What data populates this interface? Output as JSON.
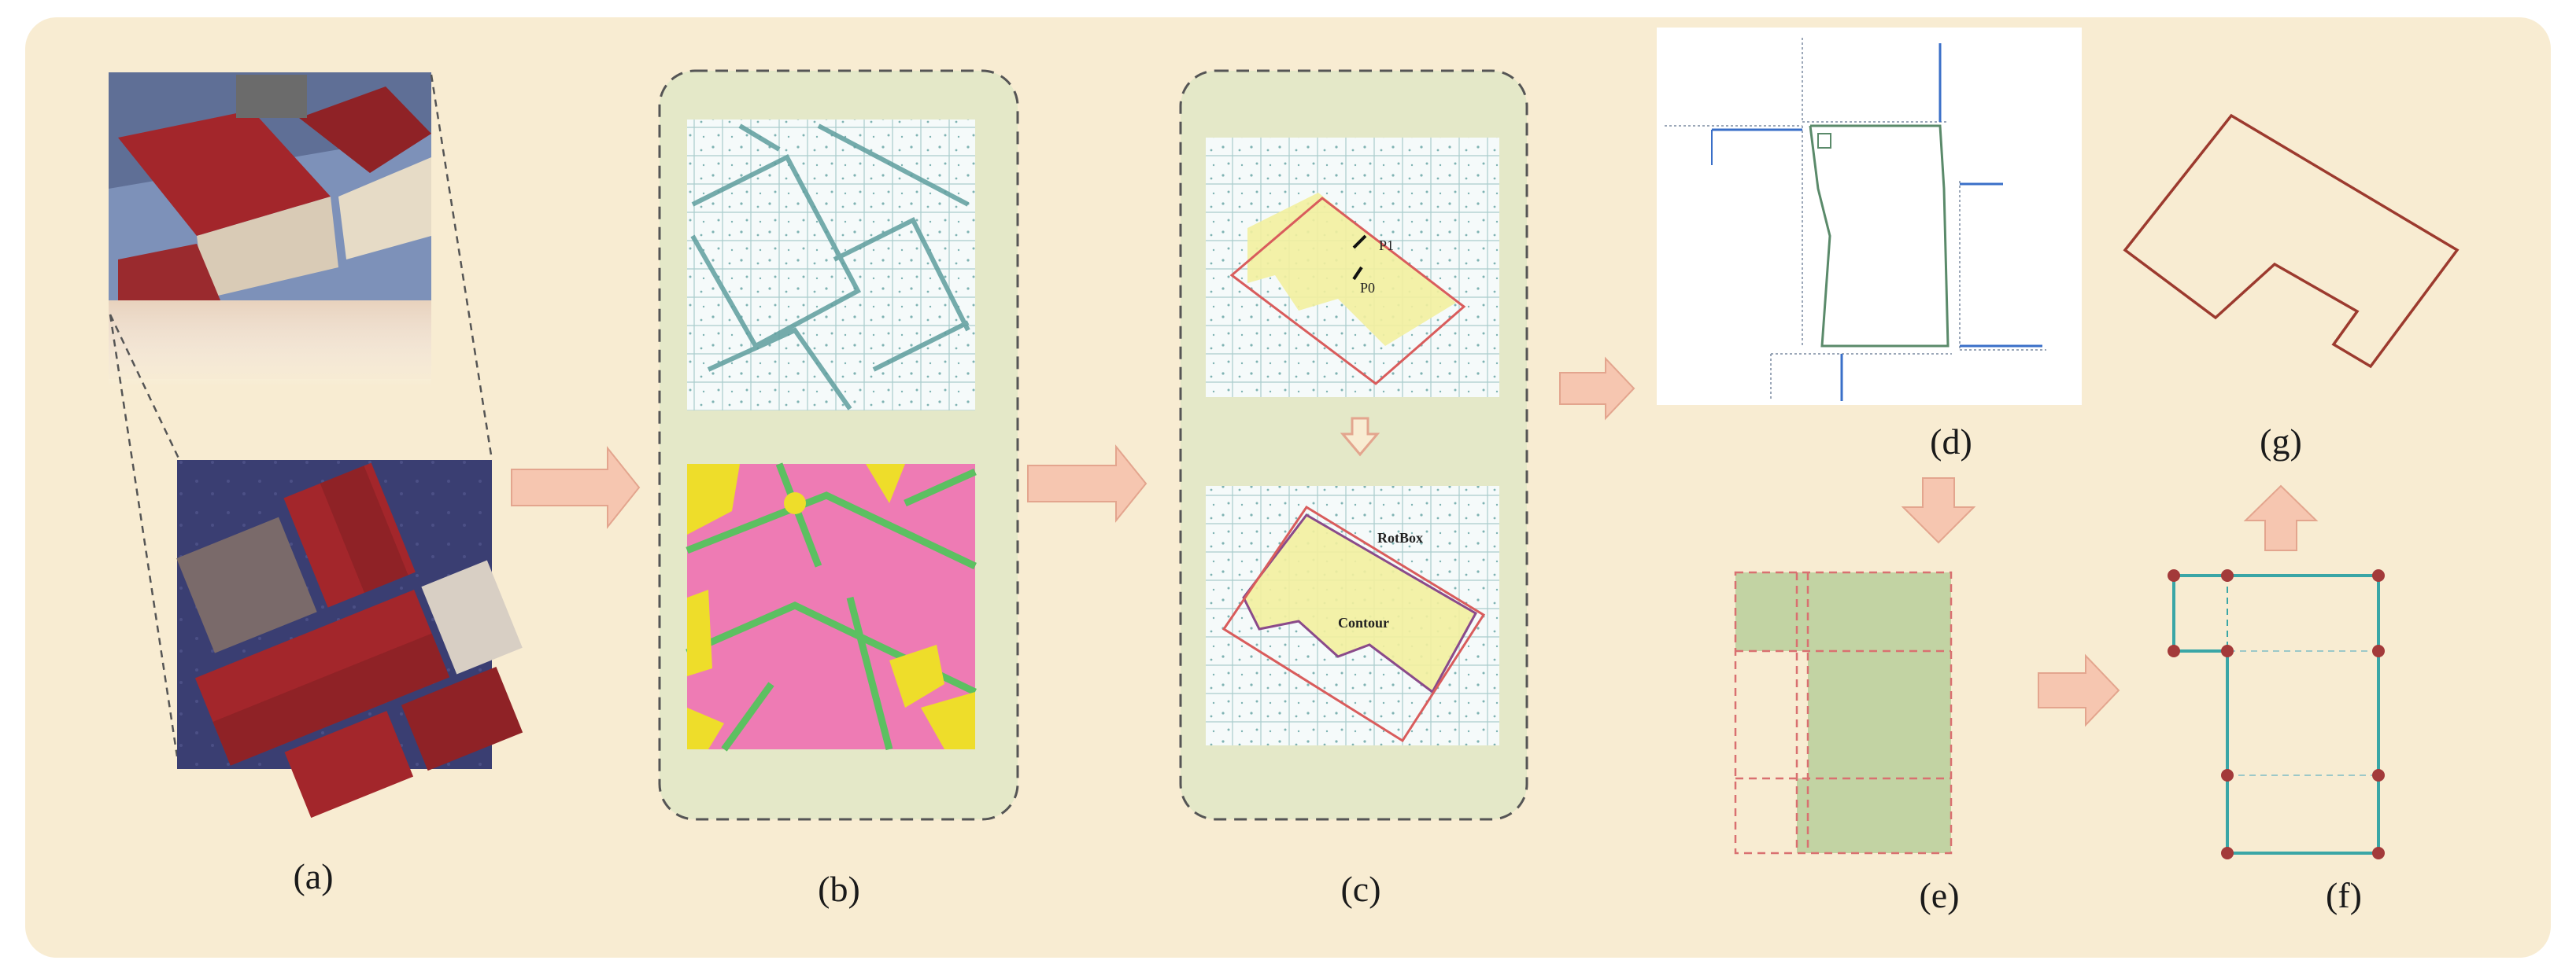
{
  "panels": {
    "a": {
      "label": "(a)"
    },
    "b": {
      "label": "(b)"
    },
    "c": {
      "label": "(c)",
      "annotations": {
        "p1": "P1",
        "p0": "P0",
        "rotbox": "RotBox",
        "contour": "Contour"
      }
    },
    "d": {
      "label": "(d)"
    },
    "e": {
      "label": "(e)"
    },
    "f": {
      "label": "(f)"
    },
    "g": {
      "label": "(g)"
    }
  },
  "colors": {
    "background": "#f8ecd2",
    "panel_fill": "#e4e8c8",
    "arrow_fill": "#f6c6b0",
    "arrow_stroke": "#e3a58e",
    "roof_red": "#a3262b",
    "segment_pink": "#ee7bb4",
    "segment_yellow": "#eedd2a",
    "segment_green": "#5cc061",
    "pointcloud_teal": "#6aa8a8",
    "highlight_yellow": "#f3ef9f",
    "box_red": "#d95c5c",
    "contour_purple": "#8a4a8a",
    "histogram_blue": "#3a6fc8",
    "grid_green_fill": "#c2d3a3",
    "line_teal": "#3aa6a6",
    "vertex_red": "#a33a3a",
    "outline_brown": "#9c3a2e"
  }
}
